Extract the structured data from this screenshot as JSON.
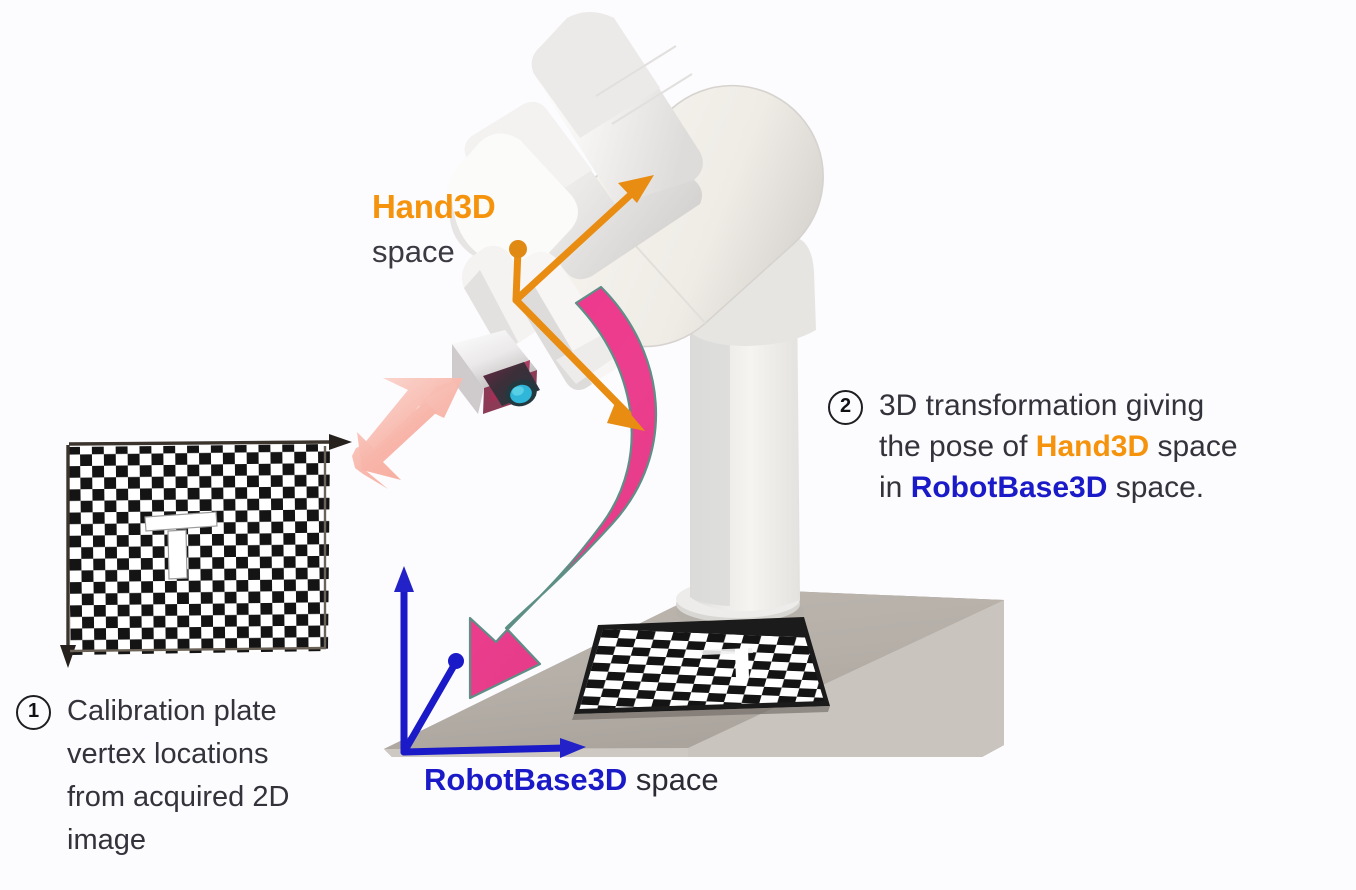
{
  "figure": {
    "title": "Robot hand-eye calibration spaces diagram",
    "background_color": "#fcfbfd"
  },
  "colors": {
    "hand3d_orange": "#f5930d",
    "robotbase_blue": "#1a1ac8",
    "transform_pink": "#ec3e8e",
    "ghost_arrow_pink": "#f8b3a8",
    "table_gray": "#b5afa8",
    "robot_white": "#f1f0ee",
    "text_dark": "#33333b",
    "checker_black": "#141414",
    "camera_lens_cyan": "#2fb6d8"
  },
  "labels": {
    "hand3d": "Hand3D",
    "hand3d_space": "space",
    "robotbase_space_prefix": "RobotBase3D",
    "robotbase_space_suffix": " space"
  },
  "callouts": [
    {
      "number": "1",
      "lines": [
        "Calibration plate",
        "vertex locations",
        "from acquired 2D",
        "image"
      ],
      "full_text": "Calibration plate vertex locations from acquired 2D image"
    },
    {
      "number": "2",
      "segments": [
        {
          "text": "3D transformation giving",
          "style": "plain"
        },
        {
          "text": "the pose of ",
          "style": "plain"
        },
        {
          "text": "Hand3D",
          "style": "hand"
        },
        {
          "text": " space",
          "style": "plain"
        },
        {
          "text": "in ",
          "style": "plain"
        },
        {
          "text": "RobotBase3D",
          "style": "base"
        },
        {
          "text": " space.",
          "style": "plain"
        }
      ],
      "full_text": "3D transformation giving the pose of Hand3D space in RobotBase3D space."
    }
  ],
  "elements": {
    "robot_arm": "six-axis industrial robot arm, white/light-gray",
    "camera": "hand-mounted camera with cyan lens",
    "calibration_plate_2d": "acquired 2D checkerboard image with black axis arrows",
    "calibration_plate_table": "physical checkerboard calibration plate on work table",
    "hand_frame": "orange 2-axis coordinate frame at robot hand",
    "base_frame": "blue 3-axis coordinate frame at robot base",
    "transform_arrow": "large pink S-curved arrow from hand to base",
    "acquisition_arrow": "pale pink arrow from camera to 2D image"
  },
  "checkerboard_2d": {
    "cols": 11,
    "rows": 9,
    "has_fiducial": true,
    "fiducial": "L / T shaped white marker",
    "axis_arrows": [
      "right",
      "down"
    ]
  },
  "checkerboard_table": {
    "cols": 13,
    "rows": 9,
    "has_fiducial": true
  }
}
